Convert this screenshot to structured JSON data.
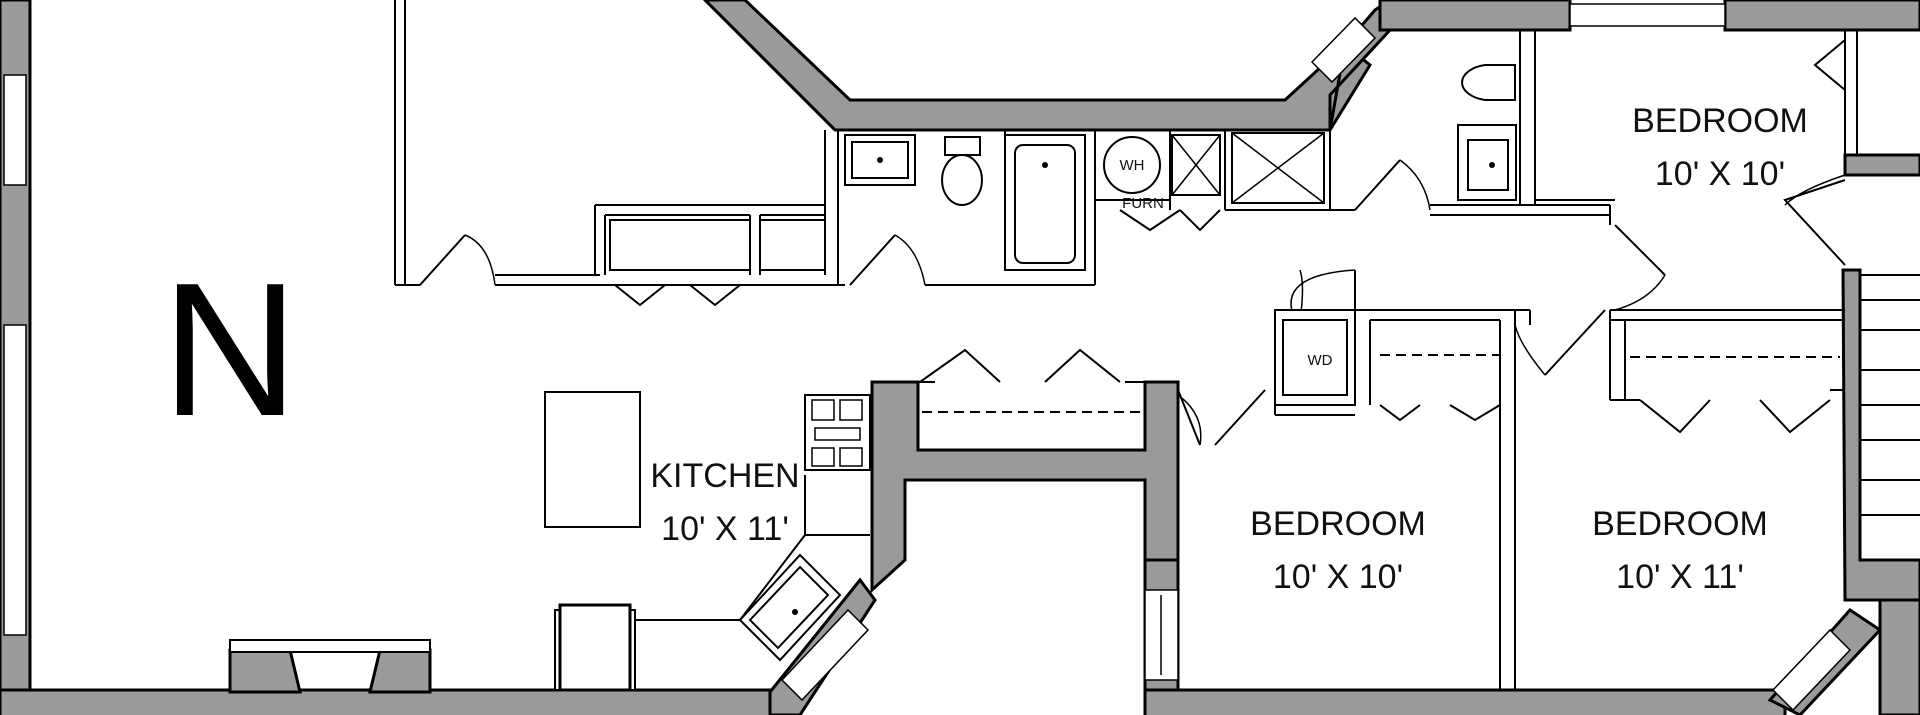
{
  "compass": {
    "letter": "N"
  },
  "rooms": {
    "kitchen": {
      "name": "KITCHEN",
      "size": "10' X 11'"
    },
    "bedroom_top": {
      "name": "BEDROOM",
      "size": "10' X 10'"
    },
    "bedroom_mid": {
      "name": "BEDROOM",
      "size": "10' X 10'"
    },
    "bedroom_right": {
      "name": "BEDROOM",
      "size": "10' X 11'"
    }
  },
  "fixtures": {
    "water_heater": "WH",
    "furnace": "FURN",
    "washer_dryer": "WD"
  },
  "colors": {
    "wall": "#9a9a9a",
    "line": "#000000",
    "background": "#ffffff"
  }
}
